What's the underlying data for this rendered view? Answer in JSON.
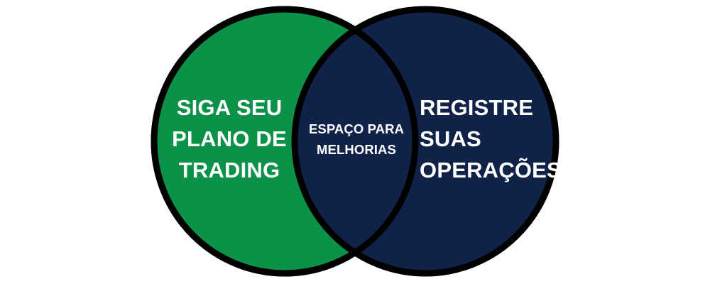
{
  "diagram": {
    "type": "venn",
    "title": "",
    "background_color": "#FFFFFF",
    "stroke_color": "#000000",
    "text_color": "#FFFFFF",
    "sets": [
      {
        "id": "left",
        "label": "SIGA SEU\nPLANO DE\nTRADING",
        "lines": [
          "SIGA SEU",
          "PLANO DE",
          "TRADING"
        ],
        "fill_color": "#0C9148",
        "position": "left"
      },
      {
        "id": "right",
        "label": "REGISTRE\nSUAS\nOPERAÇÕES",
        "lines": [
          "REGISTRE",
          "SUAS",
          "OPERAÇÕES"
        ],
        "fill_color": "#102248",
        "position": "right"
      }
    ],
    "intersection": {
      "id": "overlap",
      "label": "ESPAÇO PARA\nMELHORIAS",
      "lines": [
        "ESPAÇO PARA",
        "MELHORIAS"
      ],
      "fill_color": "#102248"
    }
  }
}
